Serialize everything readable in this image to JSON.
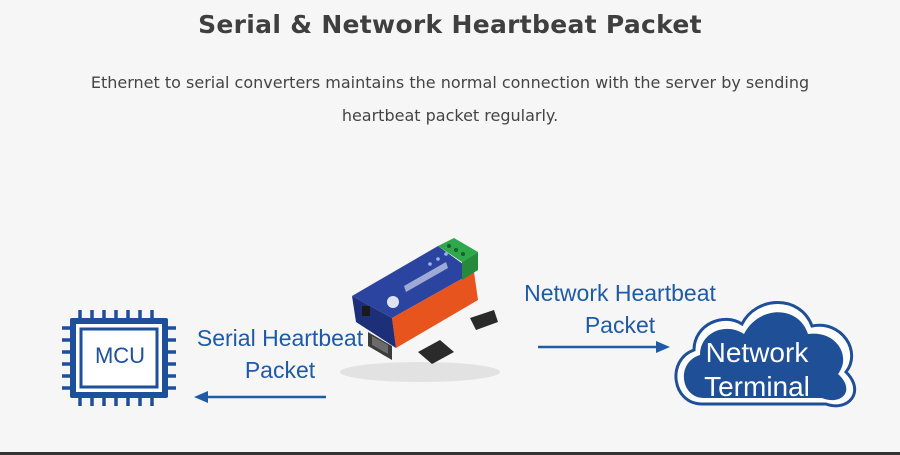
{
  "title": "Serial & Network Heartbeat Packet",
  "description": {
    "line1": "Ethernet to serial converters maintains the normal connection with the server by sending",
    "line2": "heartbeat packet regularly."
  },
  "mcu": {
    "label": "MCU"
  },
  "serial_heartbeat": {
    "line1": "Serial Heartbeat",
    "line2": "Packet"
  },
  "network_heartbeat": {
    "line1": "Network Heartbeat",
    "line2": "Packet"
  },
  "network_terminal": {
    "line1": "Network",
    "line2": "Terminal"
  },
  "colors": {
    "accent_blue": "#1f5aa6",
    "cloud_blue": "#1f4f97",
    "device_blue": "#28409a",
    "device_orange": "#e8541d",
    "connector_green": "#2ea84a",
    "background": "#f6f6f6"
  }
}
